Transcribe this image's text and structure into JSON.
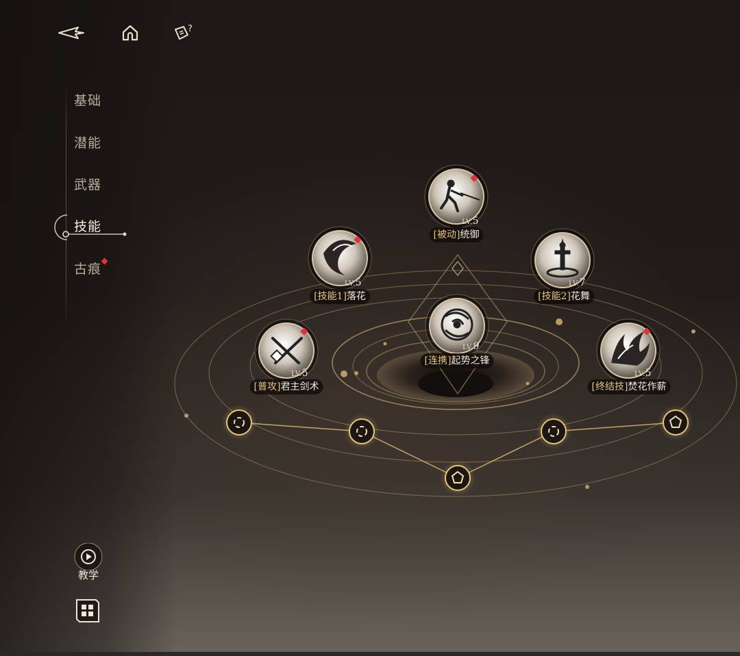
{
  "nav": {
    "items": [
      {
        "label": "基础",
        "active": false,
        "badge": false
      },
      {
        "label": "潜能",
        "active": false,
        "badge": false
      },
      {
        "label": "武器",
        "active": false,
        "badge": false
      },
      {
        "label": "技能",
        "active": true,
        "badge": false
      },
      {
        "label": "古痕",
        "active": false,
        "badge": true
      }
    ]
  },
  "topbar": {
    "icons": [
      "back-arrow-icon",
      "home-icon",
      "help-card-icon"
    ]
  },
  "skills": {
    "passive": {
      "tag": "[被动]",
      "name": "统御",
      "lv_prefix": "LV.",
      "level": "5",
      "icon": "swordsman-icon",
      "badge": true
    },
    "skill1": {
      "tag": "[技能1]",
      "name": "落花",
      "lv_prefix": "LV.",
      "level": "5",
      "icon": "slash-swirl-icon",
      "badge": true
    },
    "skill2": {
      "tag": "[技能2]",
      "name": "花舞",
      "lv_prefix": "LV.",
      "level": "7",
      "icon": "sword-spin-icon",
      "badge": false
    },
    "basic": {
      "tag": "[普攻]",
      "name": "君主剑术",
      "lv_prefix": "LV.",
      "level": "5",
      "icon": "crossed-swords-icon",
      "badge": true
    },
    "combo": {
      "tag": "[连携]",
      "name": "起势之锋",
      "lv_prefix": "LV.",
      "level": "9",
      "icon": "vortex-icon",
      "badge": false
    },
    "ultimate": {
      "tag": "[终结技]",
      "name": "焚花作薪",
      "lv_prefix": "LV.",
      "level": "5",
      "icon": "flame-burst-icon",
      "badge": true
    }
  },
  "tutorial": {
    "label": "教学"
  },
  "colors": {
    "accent_gold": "#e8c37a",
    "badge_red": "#e0323a",
    "ring": "#b89a6a"
  }
}
